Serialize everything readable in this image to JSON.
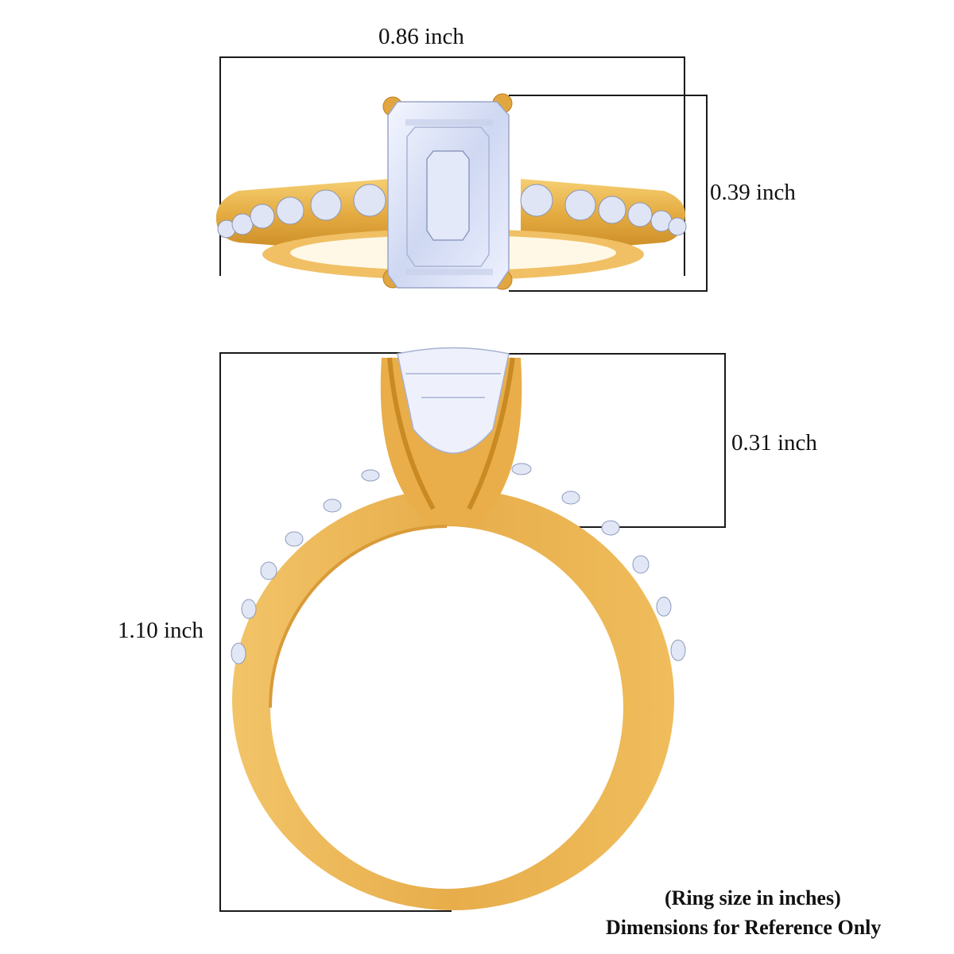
{
  "top_view": {
    "width_label": "0.86 inch",
    "height_label": "0.39 inch",
    "stone_shape": "emerald-cut",
    "metal_color": "#e8b24a"
  },
  "side_view": {
    "height_label": "1.10 inch",
    "setting_height_label": "0.31 inch",
    "metal_color": "#eab04e"
  },
  "notes": {
    "line1": "(Ring size in inches)",
    "line2": "Dimensions for Reference Only"
  }
}
